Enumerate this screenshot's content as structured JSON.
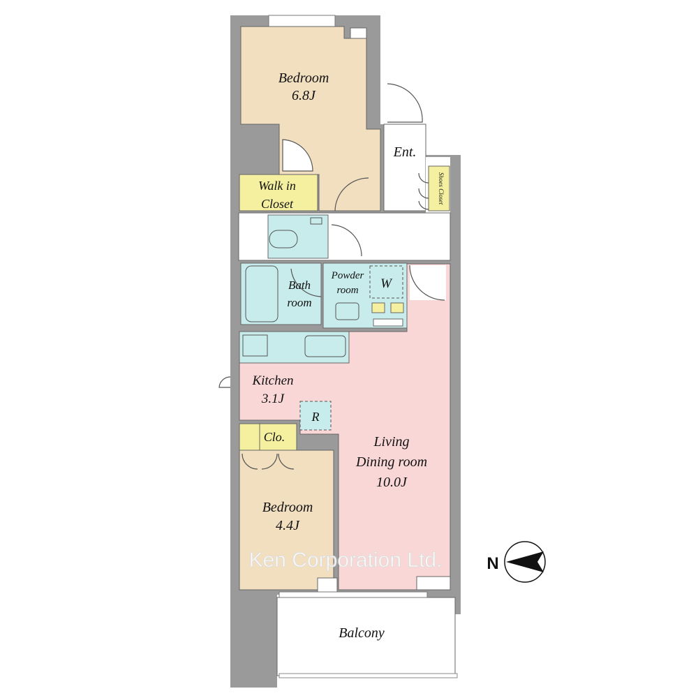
{
  "colors": {
    "wall": "#9a9a9a",
    "bedroom": "#f2dfc0",
    "closet": "#f5f0a0",
    "wet": "#c8ecec",
    "living": "#f9d7d7",
    "floor_white": "#ffffff"
  },
  "rooms": {
    "bedroom1": {
      "name": "Bedroom",
      "size": "6.8J"
    },
    "walk_in_closet": {
      "line1": "Walk in",
      "line2": "Closet"
    },
    "entrance": {
      "name": "Ent."
    },
    "shoes_closet": {
      "name": "Shoes Closet"
    },
    "bath": {
      "line1": "Bath",
      "line2": "room"
    },
    "powder": {
      "line1": "Powder",
      "line2": "room"
    },
    "washer": {
      "name": "W"
    },
    "kitchen": {
      "name": "Kitchen",
      "size": "3.1J"
    },
    "refrigerator": {
      "name": "R"
    },
    "closet": {
      "name": "Clo."
    },
    "living": {
      "line1": "Living",
      "line2": "Dining room",
      "size": "10.0J"
    },
    "bedroom2": {
      "name": "Bedroom",
      "size": "4.4J"
    },
    "balcony": {
      "name": "Balcony"
    }
  },
  "compass": {
    "label": "N",
    "icon": "north-arrow-icon"
  },
  "watermark": "Ken Corporation Ltd."
}
